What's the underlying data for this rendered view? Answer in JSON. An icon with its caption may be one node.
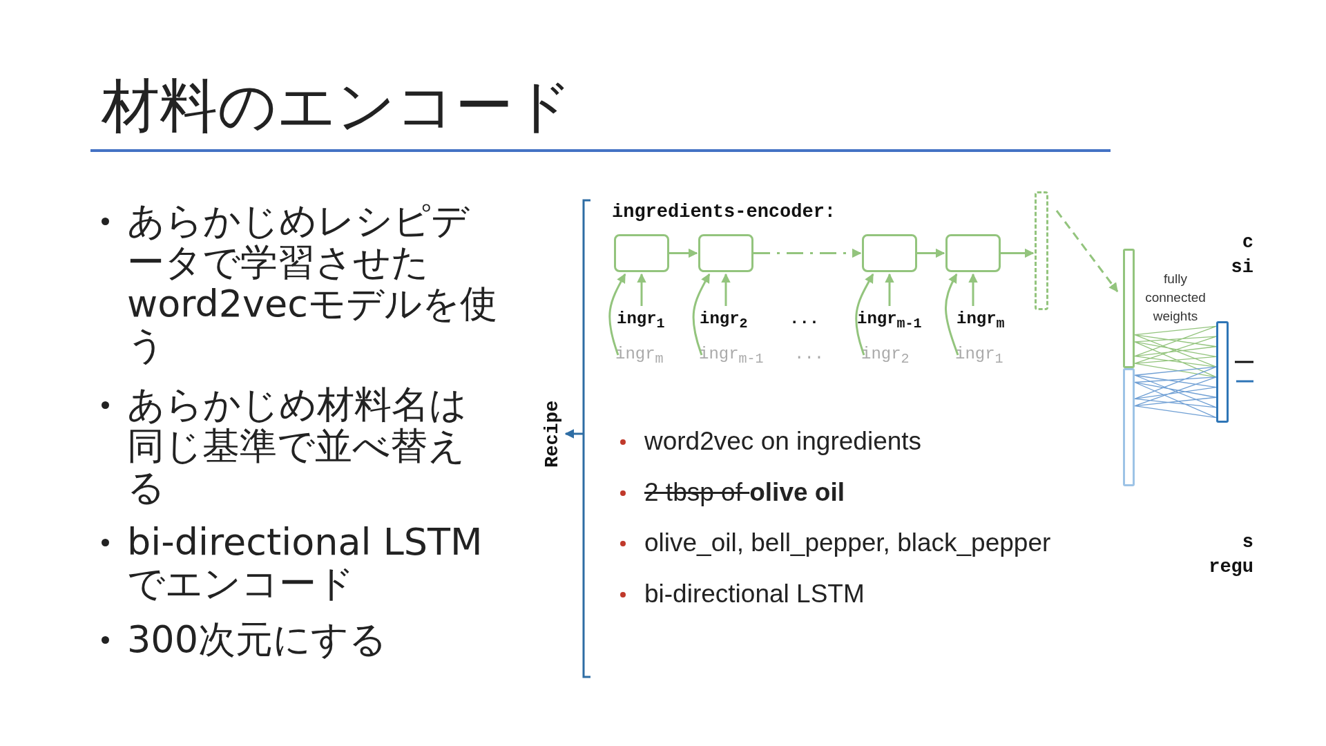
{
  "diagram": {
    "title": "材料のエンコード",
    "nodes": [
      {
        "text": [],
        "shape": "box"
      },
      {
        "text": [],
        "shape": "box"
      },
      {
        "text": [],
        "shape": "box"
      },
      {
        "text": [],
        "shape": "box"
      },
      {
        "text": [],
        "shape": "box"
      },
      {
        "text": [],
        "shape": "bar"
      },
      {
        "text": [],
        "shape": "bar"
      },
      {
        "text": [],
        "shape": "bar"
      },
      {
        "text": [
          "ingr$_{1}$"
        ]
      },
      {
        "text": [
          "ingr$_{2}$"
        ]
      },
      {
        "text": [
          "ingr$_{m-1}$"
        ]
      },
      {
        "text": [
          "ingr$_{m}$"
        ]
      },
      {
        "text": [
          "ingr$_{m}$"
        ]
      },
      {
        "text": [
          "ingr$_{m-1}$"
        ]
      },
      {
        "text": [
          "ingr$_{2}$"
        ]
      },
      {
        "text": [
          "ingr$_{1}$"
        ]
      },
      {
        "text": [
          "Recipe"
        ]
      }
    ],
    "edges": [
      {
        "from": 0,
        "to": 1,
        "arrow": "to"
      },
      {
        "from": 1,
        "to": 2,
        "arrow": "to",
        "style": "dashed"
      },
      {
        "from": 2,
        "to": 3,
        "arrow": "to"
      },
      {
        "from": 3,
        "to": 4,
        "arrow": "to"
      },
      {
        "from": 4,
        "to": 5,
        "arrow": "to",
        "style": "dashed"
      },
      {
        "from": 5,
        "to": 7,
        "arrow": "none"
      },
      {
        "from": 6,
        "to": 7,
        "arrow": "none",
        "color": "#6f9fd4"
      },
      {
        "from": 8,
        "to": 0,
        "arrow": "to"
      },
      {
        "from": 9,
        "to": 1,
        "arrow": "to"
      },
      {
        "from": 10,
        "to": 2,
        "arrow": "to"
      },
      {
        "from": 11,
        "to": 3,
        "arrow": "to"
      },
      {
        "from": 12,
        "to": 0,
        "arrow": "to"
      },
      {
        "from": 13,
        "to": 1,
        "arrow": "to"
      },
      {
        "from": 14,
        "to": 2,
        "arrow": "to"
      },
      {
        "from": 15,
        "to": 3,
        "arrow": "to"
      },
      {
        "from": null,
        "to": 16,
        "arrow": "to",
        "color": "#2e6da4"
      }
    ],
    "labels": [
      "あらかじめレシピデータで学習させたword2vecモデルを使う",
      "あらかじめ材料名は同じ基準で並べ替える",
      "bi-directional LSTMでエンコード",
      "300次元にする",
      "ingredients-encoder:",
      "...",
      "...",
      "fully connected weights",
      "c",
      "si",
      "s",
      "regu",
      "word2vec on ingredients",
      "2 tbsp of **olive oil**",
      "olive_oil, bell_pepper, black_pepper",
      "bi-directional LSTM"
    ]
  }
}
